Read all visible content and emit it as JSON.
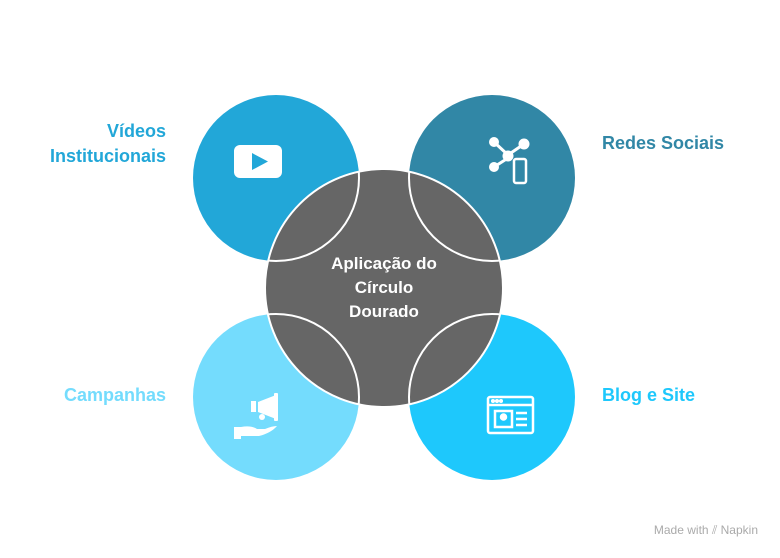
{
  "center": {
    "lines": [
      "Aplicação do",
      "Círculo",
      "Dourado"
    ],
    "color": "#666666"
  },
  "items": [
    {
      "label_lines": [
        "Vídeos",
        "Institucionais"
      ],
      "color": "#22a7d8",
      "icon": "video-play-icon"
    },
    {
      "label_lines": [
        "Redes Sociais"
      ],
      "color": "#3187a6",
      "icon": "social-network-icon"
    },
    {
      "label_lines": [
        "Campanhas"
      ],
      "color": "#74dcfd",
      "icon": "megaphone-hand-icon"
    },
    {
      "label_lines": [
        "Blog e Site"
      ],
      "color": "#1ec8fc",
      "icon": "website-profile-icon"
    }
  ],
  "watermark": {
    "prefix": "Made with",
    "brand": "Napkin"
  }
}
